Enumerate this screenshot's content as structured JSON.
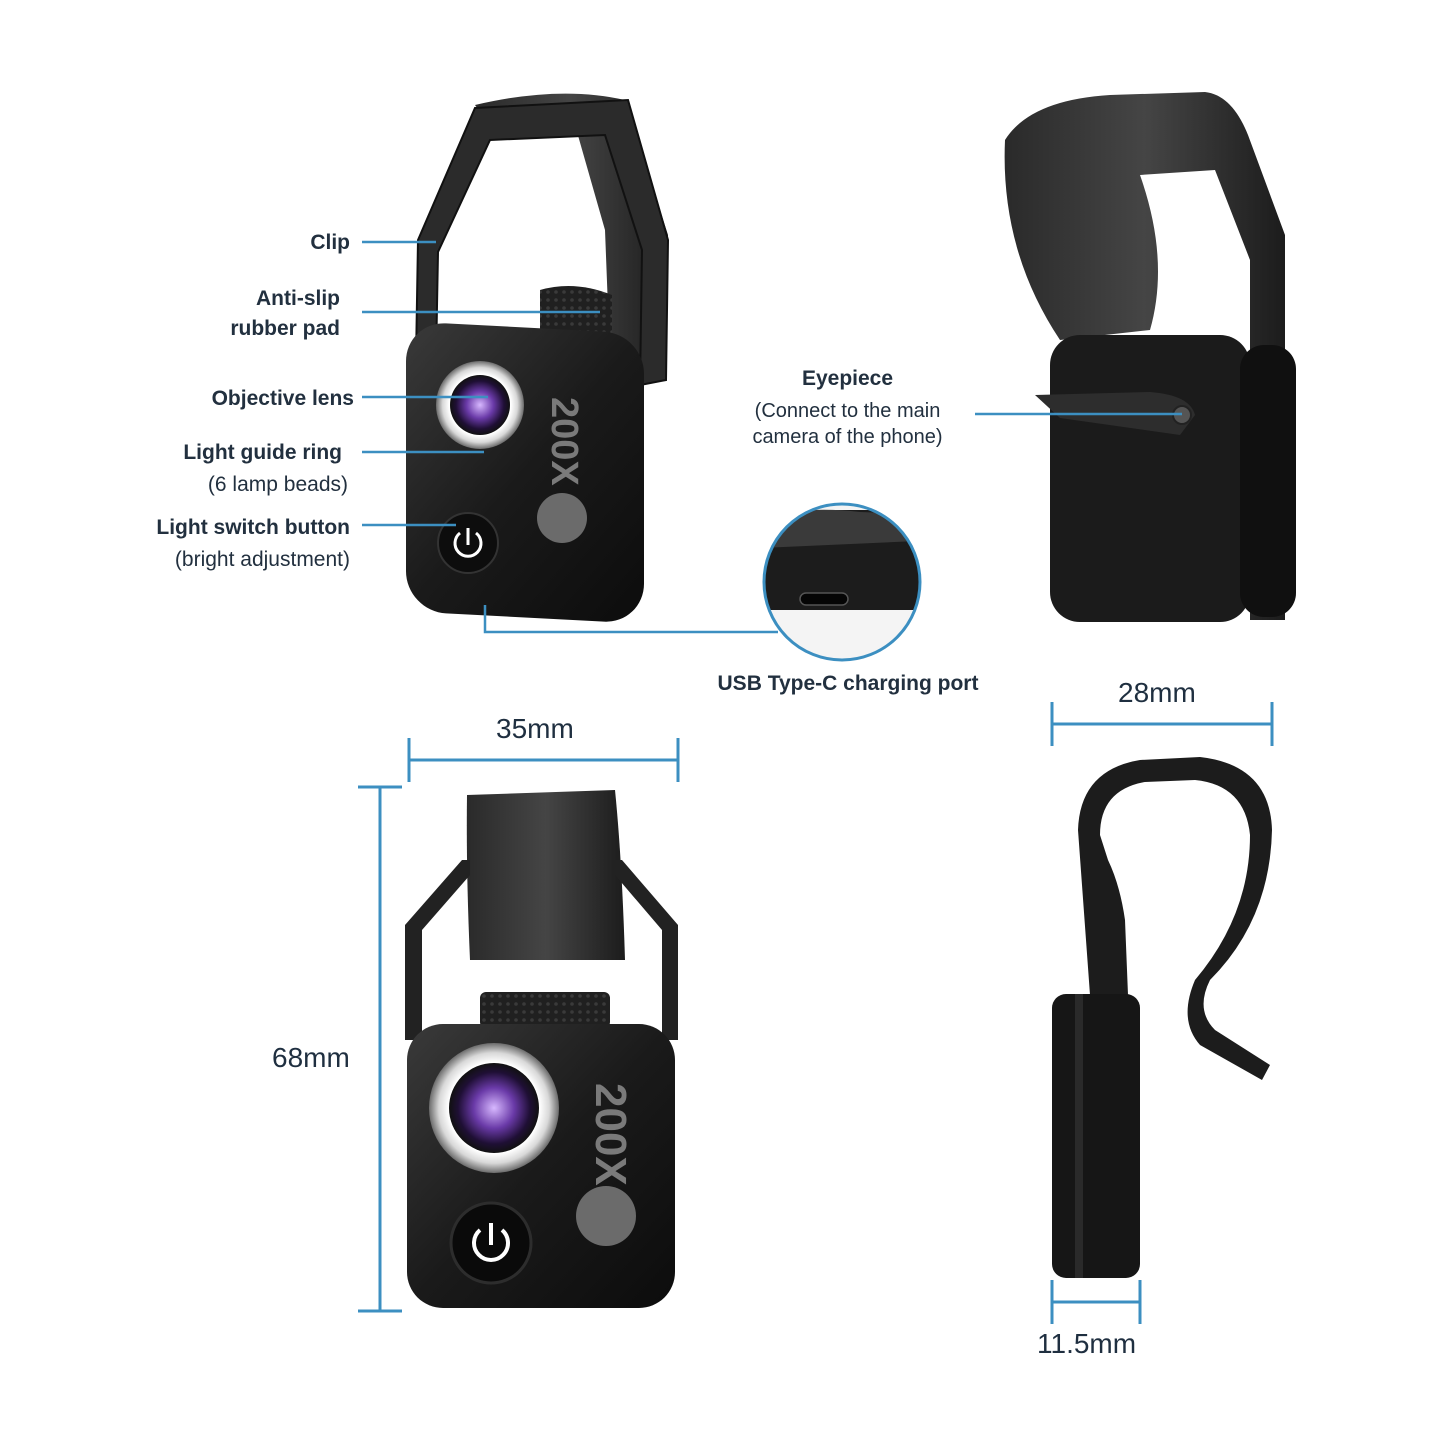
{
  "colors": {
    "leader": "#3c8fc1",
    "body": "#141414",
    "text": "#22303f",
    "background": "#ffffff"
  },
  "product": {
    "badge": "200X"
  },
  "callouts": {
    "clip": "Clip",
    "anti_slip_1": "Anti-slip",
    "anti_slip_2": "rubber pad",
    "objective_lens": "Objective lens",
    "light_ring_1": "Light guide ring",
    "light_ring_2": "(6 lamp beads)",
    "switch_1": "Light switch button",
    "switch_2": "(bright adjustment)",
    "eyepiece_1": "Eyepiece",
    "eyepiece_2": "(Connect to the main",
    "eyepiece_3": "camera of the phone)",
    "usb": "USB Type-C charging port"
  },
  "dimensions": {
    "width": "35mm",
    "height": "68mm",
    "clip_width": "28mm",
    "thickness": "11.5mm"
  }
}
